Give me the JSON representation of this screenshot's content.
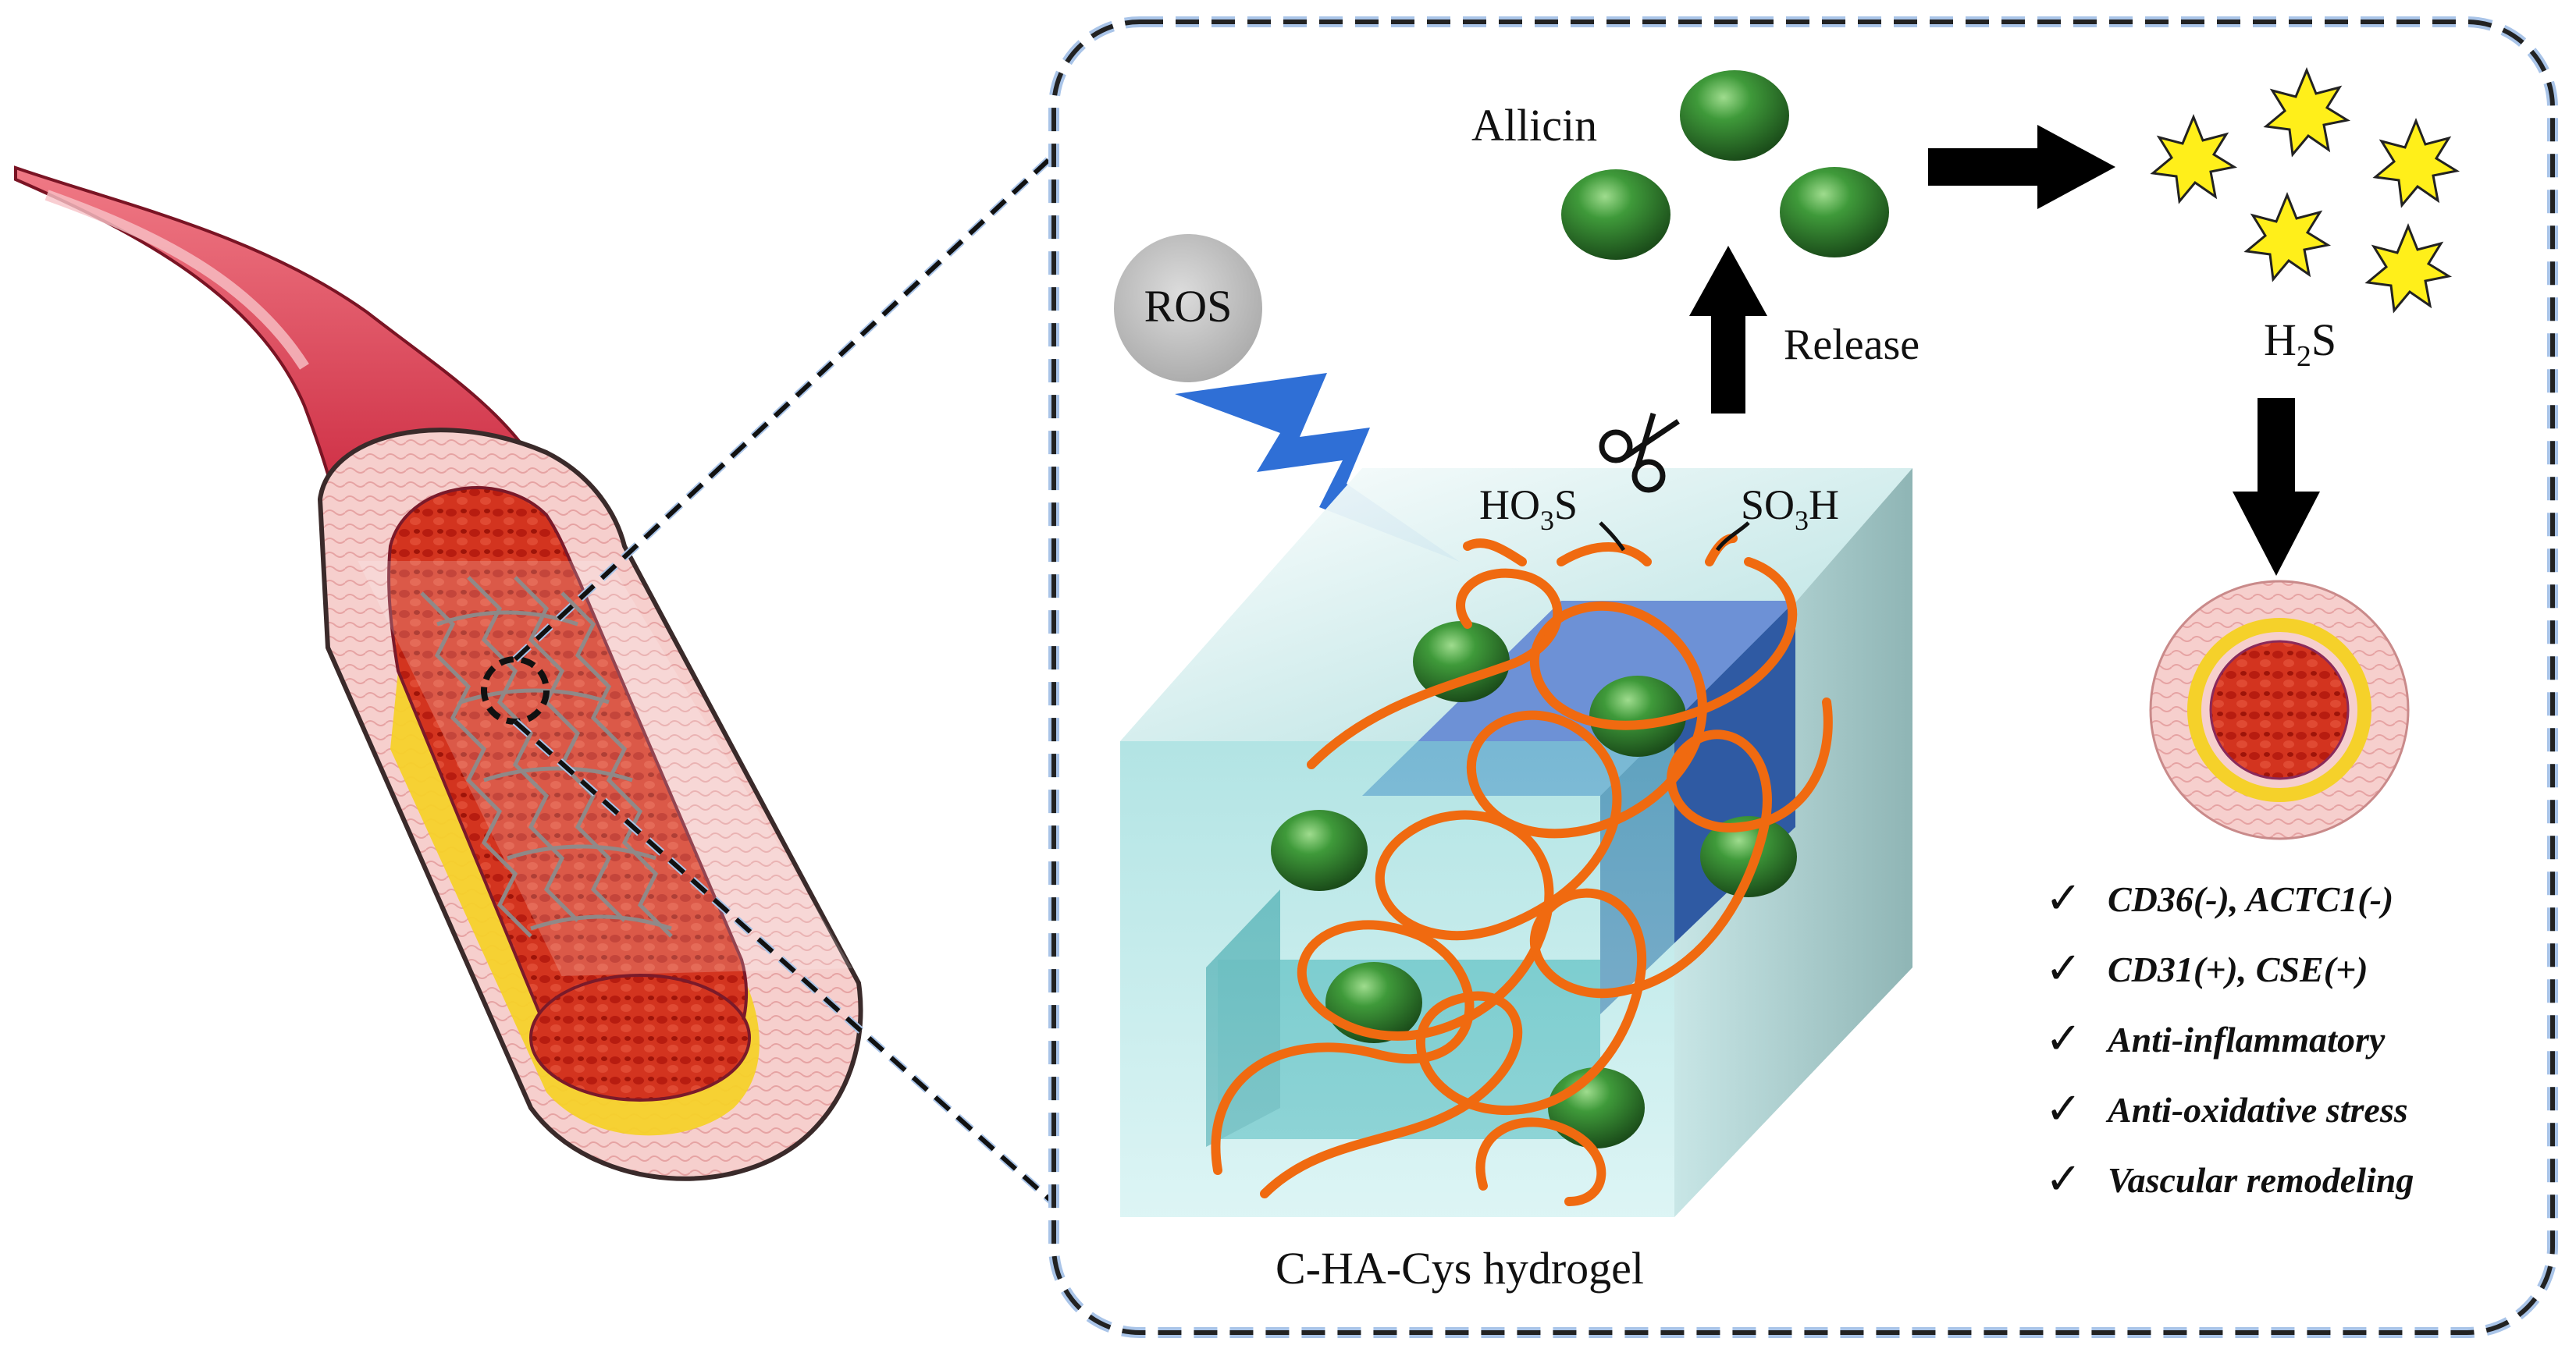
{
  "labels": {
    "allicin": "Allicin",
    "ros": "ROS",
    "release": "Release",
    "h2s_main": "H",
    "h2s_sub": "2",
    "h2s_end": "S",
    "ho3s_main": "HO",
    "ho3s_sub": "3",
    "ho3s_end": "S",
    "so3h_main": "SO",
    "so3h_sub": "3",
    "so3h_end": "H",
    "hydrogel": "C-HA-Cys hydrogel"
  },
  "benefits": [
    "CD36(-), ACTC1(-)",
    "CD31(+), CSE(+)",
    "Anti-inflammatory",
    "Anti-oxidative stress",
    "Vascular remodeling"
  ],
  "colors": {
    "vessel_outer": "#f3c6c4",
    "vessel_red": "#cf2a1c",
    "plaque_yellow": "#f5d12a",
    "stent": "#8c8c8c",
    "callout_border": "#222222",
    "callout_glow": "#a9c4e8",
    "ros_circle": "#bdbdbd",
    "lightning": "#2f6fd6",
    "allicin_green": "#2f7a2c",
    "polymer_orange": "#f06a10",
    "gel_cyan": "#5ec8c8",
    "gel_blue": "#3f6fb8",
    "h2s_star": "#ffef1a",
    "arrow": "#000000"
  },
  "icons": {
    "scissors": "scissors-icon",
    "check": "check-icon",
    "lightning": "lightning-icon"
  }
}
